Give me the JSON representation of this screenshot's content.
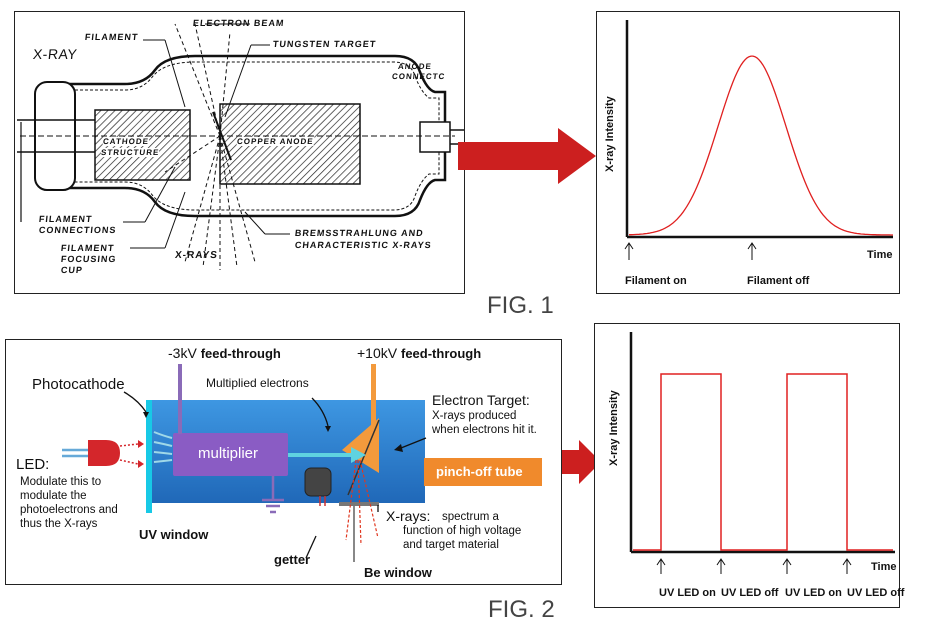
{
  "fig1": {
    "caption": "FIG. 1",
    "tube_labels": {
      "xray": "X-RAY",
      "filament": "FILAMENT",
      "electron_beam": "ELECTRON BEAM",
      "tungsten_target": "TUNGSTEN TARGET",
      "anode": "ANODE",
      "connector": "CONNECTC",
      "cathode1": "CATHODE",
      "cathode2": "STRUCTURE",
      "copper_anode": "COPPER ANODE",
      "filament_connections1": "FILAMENT",
      "filament_connections2": "CONNECTIONS",
      "focusing1": "FILAMENT",
      "focusing2": "FOCUSING",
      "focusing3": "CUP",
      "xrays": "X-RAYS",
      "brems1": "BREMSSTRAHLUNG AND",
      "brems2": "CHARACTERISTIC X-RAYS"
    },
    "chart": {
      "ylabel": "X-ray Intensity",
      "xlabel": "Time",
      "marker_on": "Filament on",
      "marker_off": "Filament off"
    }
  },
  "fig2": {
    "caption": "FIG. 2",
    "labels": {
      "feed_neg": "-3kV",
      "feed_neg_suffix": "feed-through",
      "feed_pos": "+10kV",
      "feed_pos_suffix": "feed-through",
      "photocathode": "Photocathode",
      "multiplied": "Multiplied electrons",
      "target_title": "Electron Target:",
      "target_desc1": "X-rays produced",
      "target_desc2": "when electrons hit it.",
      "multiplier": "multiplier",
      "pinch_off": "pinch-off tube",
      "led_title": "LED:",
      "led_desc1": "Modulate this to",
      "led_desc2": "modulate the",
      "led_desc3": "photoelectrons and",
      "led_desc4": "thus the X-rays",
      "uv_window": "UV window",
      "getter": "getter",
      "be_window": "Be window",
      "xrays_title": "X-rays:",
      "xrays_desc1": "spectrum a",
      "xrays_desc2": "function of high voltage",
      "xrays_desc3": "and target material"
    },
    "chart": {
      "ylabel": "X-ray Intensity",
      "xlabel": "Time",
      "markers": [
        "UV LED on",
        "UV LED off",
        "UV LED on",
        "UV LED off"
      ]
    }
  },
  "colors": {
    "arrow_red": "#cc1f1f",
    "curve_red": "#e02020",
    "tube_blue": "#2f86d6",
    "multiplier_purple": "#8a5cc4",
    "target_orange": "#f39a3c",
    "pinch_orange": "#f08a2c",
    "uv_cyan": "#17c9e6"
  },
  "chart_data": [
    {
      "type": "line",
      "ylabel": "X-ray Intensity",
      "xlabel": "Time",
      "x_markers": [
        "Filament on",
        "Filament off"
      ],
      "series": [
        {
          "shape": "gaussian pulse",
          "peak_at": "Filament off"
        }
      ]
    },
    {
      "type": "line",
      "ylabel": "X-ray Intensity",
      "xlabel": "Time",
      "x_markers": [
        "UV LED on",
        "UV LED off",
        "UV LED on",
        "UV LED off"
      ],
      "series": [
        {
          "shape": "square pulses",
          "high_between": [
            [
              "UV LED on",
              "UV LED off"
            ],
            [
              "UV LED on",
              "UV LED off"
            ]
          ]
        }
      ]
    }
  ]
}
